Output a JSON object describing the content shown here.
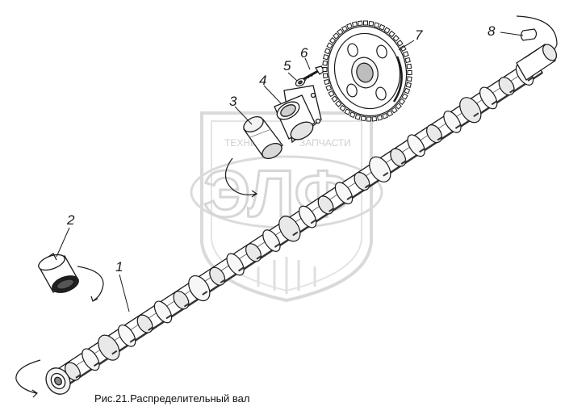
{
  "figure": {
    "caption": "Рис.21.Распределительный вал"
  },
  "watermark": {
    "line1_left": "ТЕХНИКА И",
    "line1_right": "ЗАПЧАСТИ",
    "logo_text": "ЭЛФ"
  },
  "callouts": [
    {
      "id": "1",
      "label": "1"
    },
    {
      "id": "2",
      "label": "2"
    },
    {
      "id": "3",
      "label": "3"
    },
    {
      "id": "4",
      "label": "4"
    },
    {
      "id": "5",
      "label": "5"
    },
    {
      "id": "6",
      "label": "6"
    },
    {
      "id": "7",
      "label": "7"
    },
    {
      "id": "8",
      "label": "8"
    }
  ],
  "colors": {
    "ink": "#1a1a1a",
    "watermark": "#d0d0d0"
  }
}
